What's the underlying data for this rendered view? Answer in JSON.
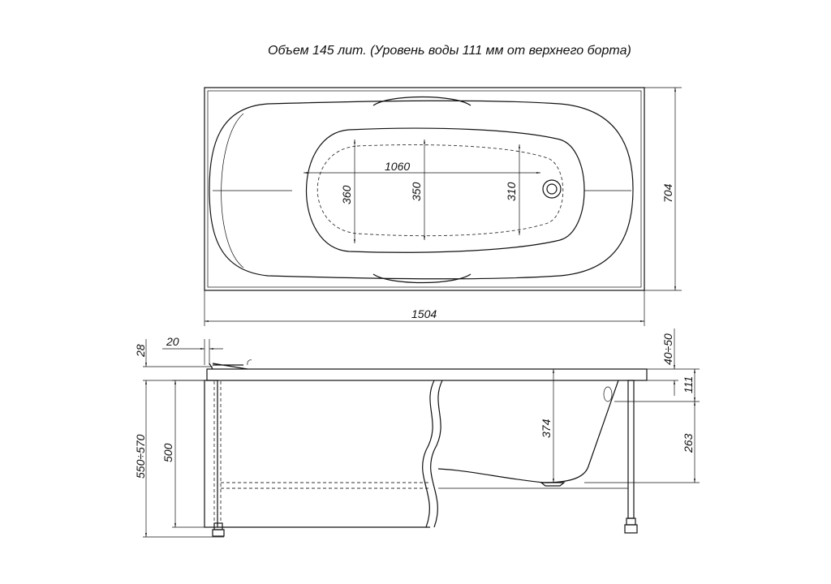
{
  "title": "Объем 145 лит. (Уровень воды 111 мм от верхнего борта)",
  "top_view": {
    "inner_length": "1060",
    "width_left": "360",
    "width_mid": "350",
    "width_right": "310",
    "overall_width": "704",
    "overall_length": "1504"
  },
  "side_view": {
    "rim_thickness": "28",
    "rim_overhang": "20",
    "total_height": "550÷570",
    "panel_height": "500",
    "depth": "374",
    "leg_adjust": "40÷50",
    "water_level": "111",
    "water_depth": "263"
  }
}
